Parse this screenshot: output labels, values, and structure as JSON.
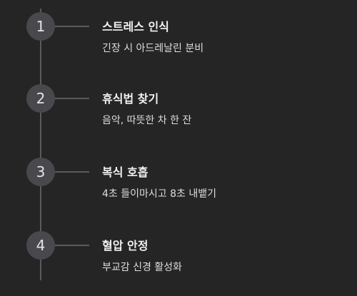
{
  "colors": {
    "background": "#252526",
    "circle": "#49494d",
    "line": "#5b5b5e",
    "text": "#f0f0f0"
  },
  "steps": [
    {
      "number": "1",
      "title": "스트레스 인식",
      "description": "긴장 시 아드레날린 분비"
    },
    {
      "number": "2",
      "title": "휴식법 찾기",
      "description": "음악, 따뜻한 차 한 잔"
    },
    {
      "number": "3",
      "title": "복식 호흡",
      "description": "4초 들이마시고 8초 내뱉기"
    },
    {
      "number": "4",
      "title": "혈압 안정",
      "description": "부교감 신경 활성화"
    }
  ]
}
